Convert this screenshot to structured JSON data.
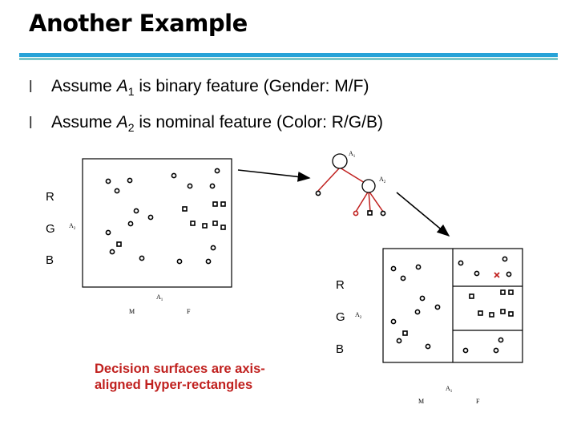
{
  "slide": {
    "title": "Another Example",
    "bullets": [
      {
        "pre": "Assume ",
        "var": "A",
        "sub": "1",
        "post": " is binary feature (Gender: M/F)"
      },
      {
        "pre": "Assume ",
        "var": "A",
        "sub": "2",
        "post": " is nominal feature (Color: R/G/B)"
      }
    ],
    "bullet_marker": "l",
    "note_line1": "Decision surfaces are axis-",
    "note_line2": "aligned Hyper-rectangles",
    "colors": {
      "accent_bar": "#27a3d8",
      "accent_bar2": "#79c6c9",
      "note": "#c0201e",
      "tree_edge": "#c0201e",
      "x_mark": "#c0201e"
    }
  },
  "left_plot": {
    "y_labels": [
      "R",
      "G",
      "B"
    ],
    "y_axis_var": "A",
    "y_axis_sub": "2",
    "x_axis_var": "A",
    "x_axis_sub": "1",
    "x_labels": [
      "M",
      "F"
    ]
  },
  "tree": {
    "root_var": "A",
    "root_sub": "1",
    "child_var": "A",
    "child_sub": "2"
  },
  "right_plot": {
    "y_labels": [
      "R",
      "G",
      "B"
    ],
    "y_axis_var": "A",
    "y_axis_sub": "2",
    "x_axis_var": "A",
    "x_axis_sub": "1",
    "x_labels": [
      "M",
      "F"
    ]
  }
}
